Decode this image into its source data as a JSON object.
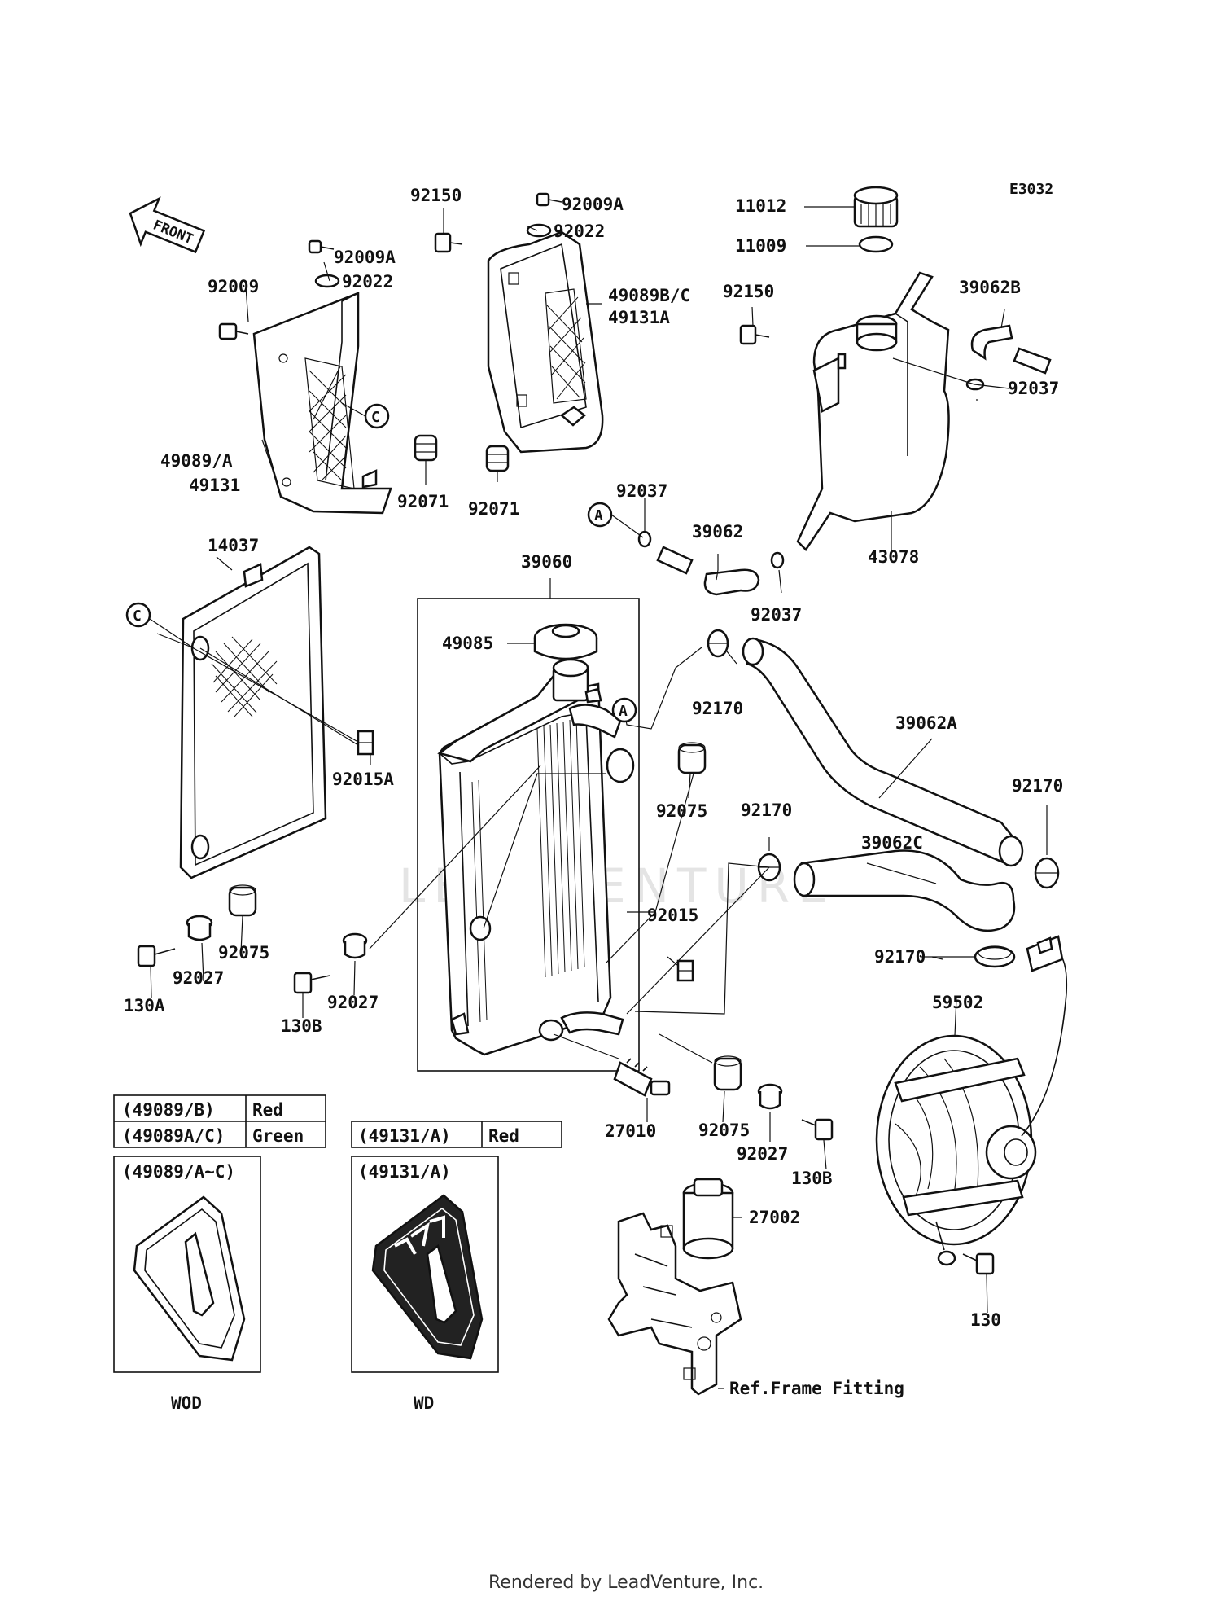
{
  "diagram_code": "E3032",
  "front_arrow": "FRONT",
  "watermark": "LEADVENTURE",
  "footer": "Rendered by LeadVenture, Inc.",
  "callouts": {
    "p11012": "11012",
    "p11009": "11009",
    "p92150_top": "92150",
    "p92150_tank": "92150",
    "p92009A_left": "92009A",
    "p92009A_right": "92009A",
    "p92022_left": "92022",
    "p92022_right": "92022",
    "p92009": "92009",
    "p49089BC": "49089B/C",
    "p49131A": "49131A",
    "p39062B": "39062B",
    "p92037_right": "92037",
    "p92037_mid": "92037",
    "p92037_low": "92037",
    "p49089A": "49089/A",
    "p49131": "49131",
    "p92071_left": "92071",
    "p92071_right": "92071",
    "p43078": "43078",
    "p39062": "39062",
    "p14037": "14037",
    "p39060": "39060",
    "p49085": "49085",
    "p92170_a": "92170",
    "p39062A": "39062A",
    "p92170_b": "92170",
    "p92170_c": "92170",
    "p92170_d": "92170",
    "p92015A": "92015A",
    "p92075_a": "92075",
    "p92075_b": "92075",
    "p92075_c": "92075",
    "p39062C": "39062C",
    "p92015": "92015",
    "p130A": "130A",
    "p92027_a": "92027",
    "p92027_b": "92027",
    "p92027_c": "92027",
    "p130B_a": "130B",
    "p130B_b": "130B",
    "p59502": "59502",
    "p27010": "27010",
    "p27002": "27002",
    "p130": "130",
    "ref_frame": "Ref.Frame Fitting"
  },
  "markers": {
    "A": "A",
    "C": "C"
  },
  "color_tables": [
    {
      "rows": [
        {
          "part": "(49089/B)",
          "color": "Red"
        },
        {
          "part": "(49089A/C)",
          "color": "Green"
        }
      ]
    },
    {
      "rows": [
        {
          "part": "(49131/A)",
          "color": "Red"
        }
      ]
    }
  ],
  "variants": [
    {
      "title": "(49089/A~C)",
      "caption": "WOD"
    },
    {
      "title": "(49131/A)",
      "caption": "WD"
    }
  ]
}
